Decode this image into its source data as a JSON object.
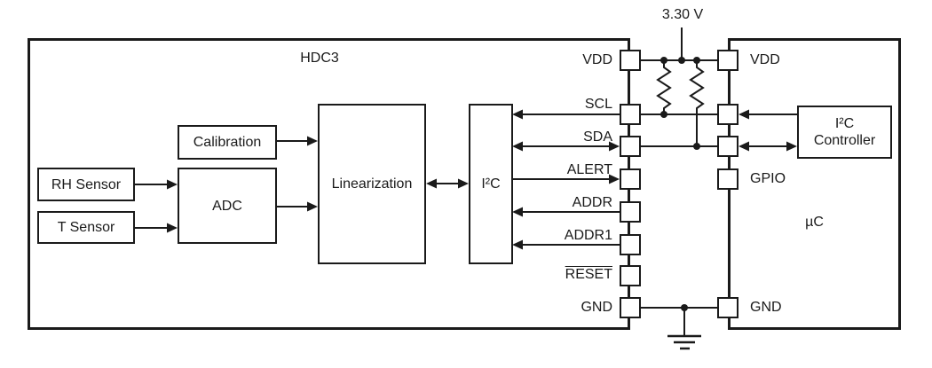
{
  "colors": {
    "ink": "#1a1a1a",
    "background": "#ffffff"
  },
  "supply": {
    "voltage_label": "3.30 V"
  },
  "hdc3": {
    "title": "HDC3",
    "blocks": {
      "rh_sensor": "RH Sensor",
      "t_sensor": "T Sensor",
      "calibration": "Calibration",
      "adc": "ADC",
      "linearization": "Linearization",
      "i2c": "I²C"
    },
    "pins": {
      "vdd": "VDD",
      "scl": "SCL",
      "sda": "SDA",
      "alert": "ALERT",
      "addr": "ADDR",
      "addr1": "ADDR1",
      "reset": "RESET",
      "gnd": "GND"
    }
  },
  "mcu": {
    "title": "µC",
    "blocks": {
      "i2c_controller_line1": "I²C",
      "i2c_controller_line2": "Controller"
    },
    "pins": {
      "vdd": "VDD",
      "gpio": "GPIO",
      "gnd": "GND"
    }
  }
}
